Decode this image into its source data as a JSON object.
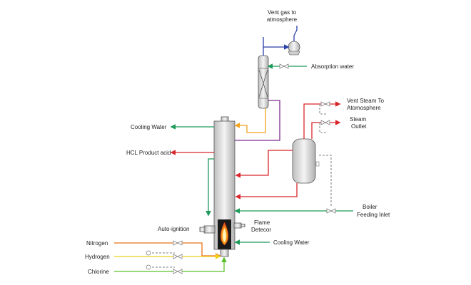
{
  "labels": {
    "vent_gas_line1": "Vent gas to",
    "vent_gas_line2": "atmosphere",
    "absorption_water": "Absorption water",
    "vent_steam_line1": "Vent Steam To",
    "vent_steam_line2": "Atomosphere",
    "steam_line1": "Steam",
    "steam_line2": "Outlet",
    "cooling_water_top": "Cooling Water",
    "hcl_product_acid": "HCL Product acid",
    "boiler_line1": "Boiler",
    "boiler_line2": "Feeding Inlet",
    "auto_ignition": "Auto-ignition",
    "flame_line1": "Flame",
    "flame_line2": "Detecor",
    "cooling_water_bottom": "Cooling Water",
    "nitrogen": "Nitrogen",
    "hydrogen": "Hydrogen",
    "chlorine": "Chlorine"
  },
  "colors": {
    "red": "#d9262c",
    "green": "#1e9a5a",
    "orange": "#e8731a",
    "amber": "#f2a21e",
    "yellow": "#efd21a",
    "purple": "#7b2a8c",
    "blue": "#2a3fa8",
    "lime": "#5bbf2a",
    "gray_dashed": "#9a9a9a"
  }
}
